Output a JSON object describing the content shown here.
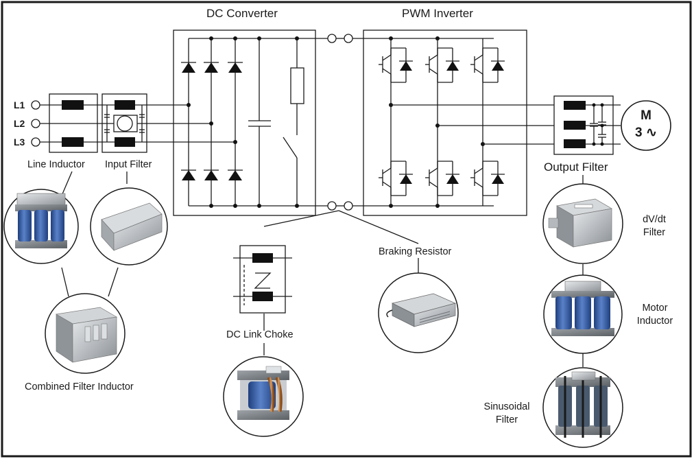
{
  "blocks": {
    "dc_converter": "DC Converter",
    "pwm_inverter": "PWM Inverter",
    "output_filter": "Output Filter"
  },
  "inputs": {
    "phases": [
      "L1",
      "L2",
      "L3"
    ]
  },
  "components": {
    "line_inductor": "Line Inductor",
    "input_filter": "Input Filter",
    "combined_filter_inductor": "Combined Filter Inductor",
    "dc_link_choke": "DC Link Choke",
    "braking_resistor": "Braking Resistor",
    "dvdt_filter": [
      "dV/dt",
      "Filter"
    ],
    "motor_inductor": [
      "Motor",
      "Inductor"
    ],
    "sinusoidal_filter": [
      "Sinusoidal",
      "Filter"
    ]
  },
  "motor": {
    "letter": "M",
    "phase_count": "3",
    "symbol": "∿"
  },
  "colors": {
    "line": "#1a1a1a",
    "coil_core": "#111111",
    "inductor_blue": "#3f64a6",
    "metal": "#b8bcc0"
  }
}
